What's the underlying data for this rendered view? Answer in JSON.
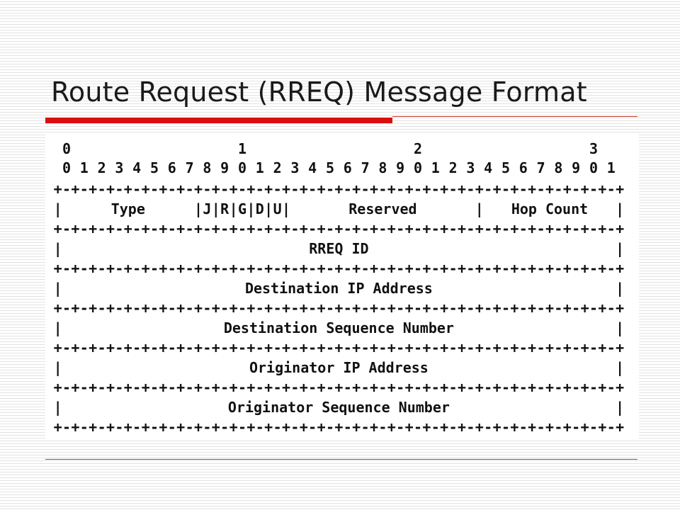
{
  "slide": {
    "title": "Route Request (RREQ) Message Format"
  },
  "colors": {
    "accent": "#d90f0f",
    "text": "#111111"
  },
  "diagram": {
    "tens_labels": [
      "0",
      "1",
      "2",
      "3"
    ],
    "bit_digits": [
      "0",
      "1",
      "2",
      "3",
      "4",
      "5",
      "6",
      "7",
      "8",
      "9",
      "0",
      "1",
      "2",
      "3",
      "4",
      "5",
      "6",
      "7",
      "8",
      "9",
      "0",
      "1",
      "2",
      "3",
      "4",
      "5",
      "6",
      "7",
      "8",
      "9",
      "0",
      "1"
    ],
    "rows": [
      {
        "fields": [
          {
            "label": "Type",
            "start": 0,
            "width": 8
          },
          {
            "label": "J",
            "start": 8,
            "width": 1
          },
          {
            "label": "R",
            "start": 9,
            "width": 1
          },
          {
            "label": "G",
            "start": 10,
            "width": 1
          },
          {
            "label": "D",
            "start": 11,
            "width": 1
          },
          {
            "label": "U",
            "start": 12,
            "width": 1
          },
          {
            "label": "Reserved",
            "start": 13,
            "width": 11
          },
          {
            "label": "Hop Count",
            "start": 24,
            "width": 8
          }
        ]
      },
      {
        "fields": [
          {
            "label": "RREQ ID",
            "start": 0,
            "width": 32
          }
        ]
      },
      {
        "fields": [
          {
            "label": "Destination IP Address",
            "start": 0,
            "width": 32
          }
        ]
      },
      {
        "fields": [
          {
            "label": "Destination Sequence Number",
            "start": 0,
            "width": 32
          }
        ]
      },
      {
        "fields": [
          {
            "label": "Originator IP Address",
            "start": 0,
            "width": 32
          }
        ]
      },
      {
        "fields": [
          {
            "label": "Originator Sequence Number",
            "start": 0,
            "width": 32
          }
        ]
      }
    ]
  }
}
